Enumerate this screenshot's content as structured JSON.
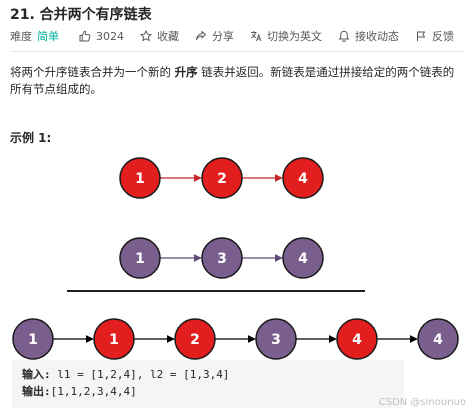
{
  "problem": {
    "title": "21. 合并两个有序链表",
    "difficulty_label": "难度",
    "difficulty": "简单",
    "likes": "3024",
    "favorite_label": "收藏",
    "share_label": "分享",
    "translate_label": "切换为英文",
    "subscribe_label": "接收动态",
    "feedback_label": "反馈"
  },
  "description": {
    "part1": "将两个升序链表合并为一个新的 ",
    "bold": "升序",
    "part2": " 链表并返回。新链表是通过拼接给定的两个链表的所有节点组成的。"
  },
  "example": {
    "title": "示例 1:",
    "input_label": "输入:",
    "input_value": " l1 = [1,2,4], l2 = [1,3,4]",
    "output_label": "输出:",
    "output_value": "[1,1,2,3,4,4]"
  },
  "diagram": {
    "lists": [
      {
        "nodes": [
          "1",
          "2",
          "4"
        ],
        "colors": [
          "red",
          "red",
          "red"
        ]
      },
      {
        "nodes": [
          "1",
          "3",
          "4"
        ],
        "colors": [
          "purple",
          "purple",
          "purple"
        ]
      },
      {
        "nodes": [
          "1",
          "1",
          "2",
          "3",
          "4",
          "4"
        ],
        "colors": [
          "purple",
          "red",
          "red",
          "purple",
          "red",
          "purple"
        ]
      }
    ],
    "palette": {
      "red": "#e31e1e",
      "purple": "#7a5f8e",
      "red_arrow": "#c62828",
      "purple_arrow": "#5e4a7a",
      "black_arrow": "#000000",
      "divider": "#222222"
    }
  },
  "icons": [
    "thumb-up-icon",
    "star-icon",
    "share-icon",
    "translate-icon",
    "bell-icon",
    "feedback-icon"
  ],
  "watermark": "CSDN @sinounuo"
}
